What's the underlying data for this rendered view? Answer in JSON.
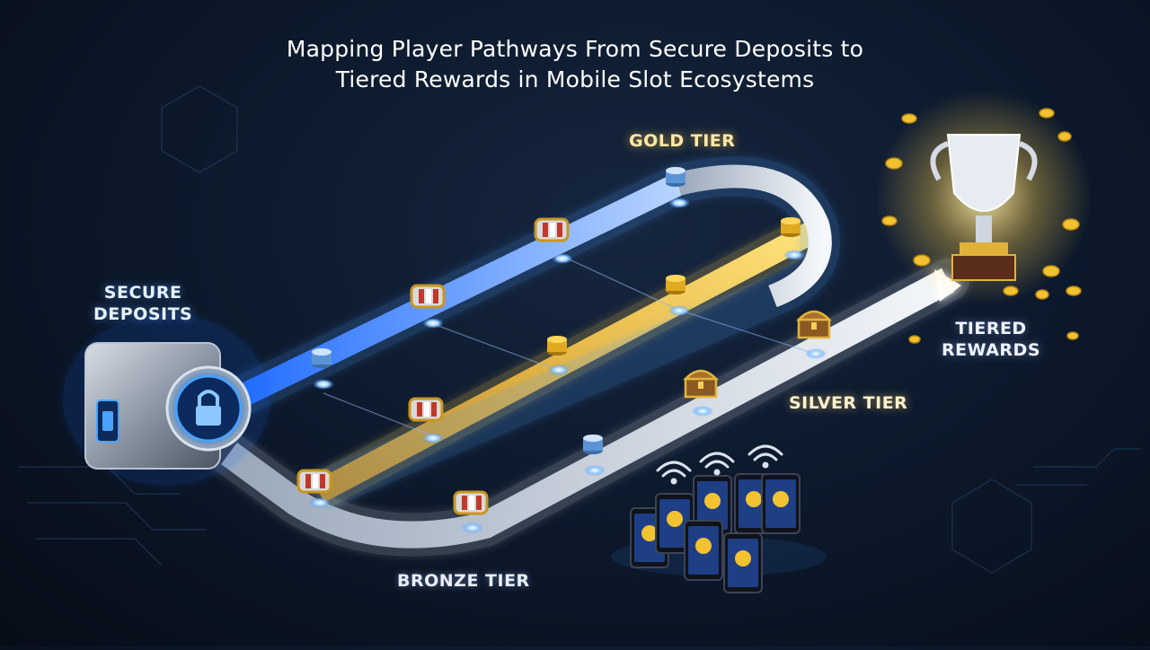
{
  "title": {
    "line1": "Mapping Player Pathways From Secure Deposits to",
    "line2": "Tiered Rewards in Mobile Slot Ecosystems"
  },
  "labels": {
    "secure_deposits": {
      "line1": "SECURE",
      "line2": "DEPOSITS"
    },
    "tiered_rewards": {
      "line1": "TIERED",
      "line2": "REWARDS"
    },
    "gold_tier": "GOLD TIER",
    "silver_tier": "SILVER TIER",
    "bronze_tier": "BRONZE TIER"
  },
  "colors": {
    "background": "#0d1a2d",
    "gold_track": "#e8b832",
    "blue_track": "#3f8cff",
    "silver_track": "#cfd8e4",
    "coin": "#f2c230",
    "vault_glow": "#3da0ff"
  },
  "icons": [
    "vault-icon",
    "lock-icon",
    "poker-chip-stack-icon",
    "slot-reel-icon",
    "gold-coin-stack-icon",
    "treasure-chest-icon",
    "trophy-icon",
    "mobile-device-icon",
    "wifi-signal-icon",
    "gold-coin-icon"
  ]
}
